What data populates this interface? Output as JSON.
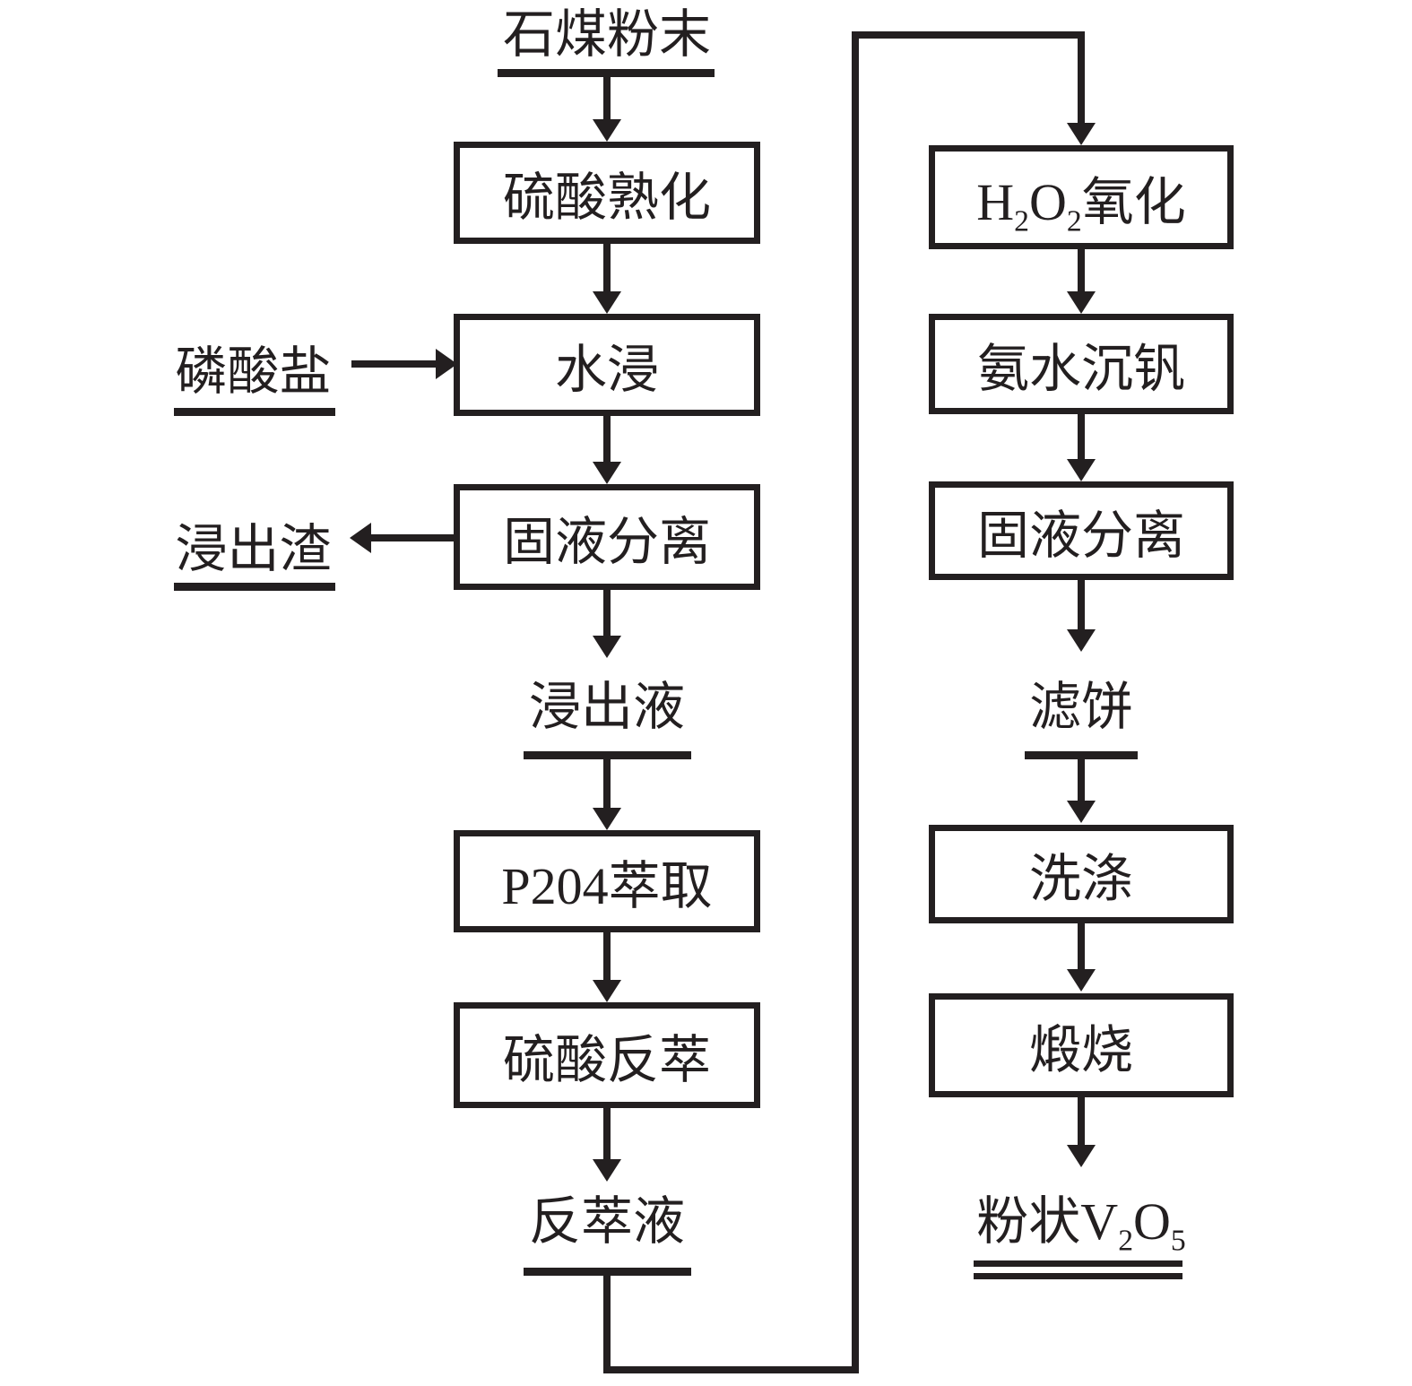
{
  "colors": {
    "ink": "#231f20",
    "background": "#ffffff"
  },
  "flow": {
    "source_label": "石煤粉末",
    "left_boxes": [
      {
        "label": "硫酸熟化"
      },
      {
        "label": "水浸"
      },
      {
        "label": "固液分离"
      },
      {
        "label": "P204萃取"
      },
      {
        "label": "硫酸反萃"
      }
    ],
    "leachate_label": "浸出液",
    "strip_liquor_label": "反萃液",
    "phosphate_label": "磷酸盐",
    "residue_label": "浸出渣",
    "oxidation": {
      "p0": "H",
      "s0": "2",
      "p1": "O",
      "s1": "2",
      "p2": "氧化"
    },
    "right_boxes": [
      {
        "label": "氨水沉钒"
      },
      {
        "label": "固液分离"
      },
      {
        "label": "洗涤"
      },
      {
        "label": "煅烧"
      }
    ],
    "filter_cake_label": "滤饼",
    "product": {
      "p0": "粉状V",
      "s0": "2",
      "p1": "O",
      "s1": "5"
    }
  }
}
